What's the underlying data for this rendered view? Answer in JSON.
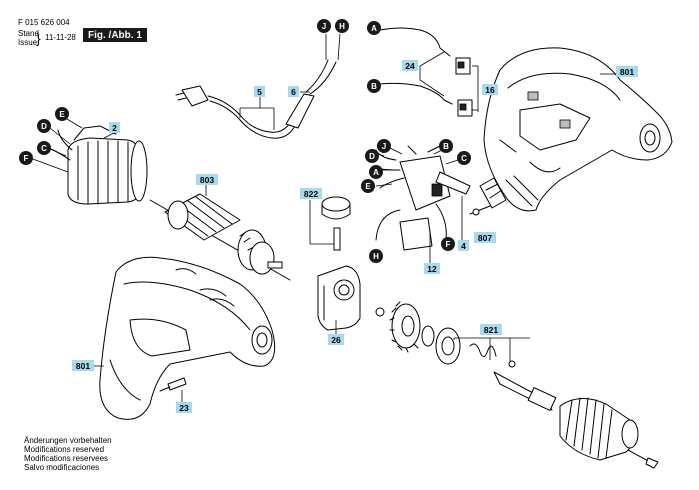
{
  "header": {
    "doc_number": "F 015 626 004",
    "stand_label": "Stand",
    "issue_label": "Issue",
    "date": "11-11-28",
    "figure_label": "Fig. /Abb. 1"
  },
  "footer": {
    "lines": [
      "Änderungen vorbehalten",
      "Modifications reserved",
      "Modifications reservees",
      "Salvo modificaciones"
    ]
  },
  "parts": {
    "p2": "2",
    "p4": "4",
    "p5": "5",
    "p6": "6",
    "p12": "12",
    "p16": "16",
    "p23": "23",
    "p24": "24",
    "p26": "26",
    "p801a": "801",
    "p801b": "801",
    "p803": "803",
    "p807": "807",
    "p821": "821",
    "p822": "822"
  },
  "callouts": {
    "a1": "A",
    "a2": "A",
    "b1": "B",
    "b2": "B",
    "c1": "C",
    "c2": "C",
    "d1": "D",
    "d2": "D",
    "e1": "E",
    "e2": "E",
    "f1": "F",
    "f2": "F",
    "h1": "H",
    "h2": "H",
    "j1": "J",
    "j2": "J"
  },
  "colors": {
    "label_fill": "#a9d9ec",
    "callout_fill": "#1a1a1a"
  }
}
